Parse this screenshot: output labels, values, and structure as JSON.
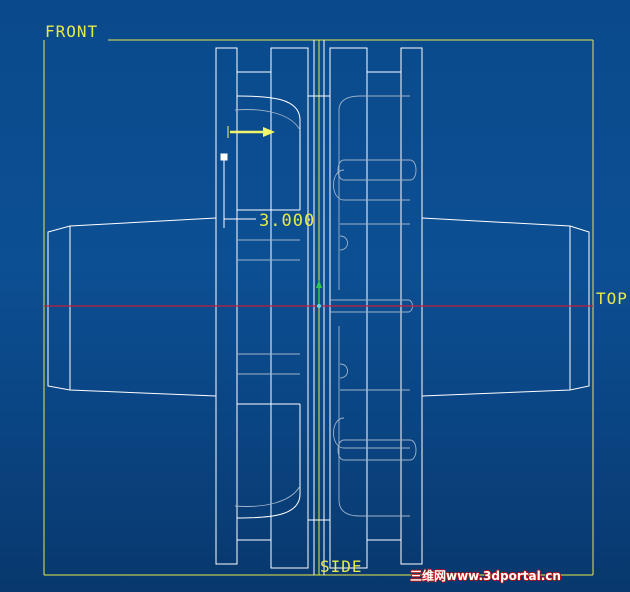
{
  "datum_planes": {
    "front": "FRONT",
    "top": "TOP",
    "side": "SIDE"
  },
  "dimension": {
    "value": "3.000"
  },
  "watermark": {
    "text": "三维网www.3dportal.cn"
  },
  "colors": {
    "background_top": "#0a4a8c",
    "background_bottom": "#08386d",
    "model_lines": "#ffffff",
    "datum_planes": "#e8e84a",
    "hidden_lines": "#9fb3c8",
    "axis_x": "#c0203a",
    "axis_y": "#2ecc40",
    "drag_arrow": "#f4f46a"
  }
}
